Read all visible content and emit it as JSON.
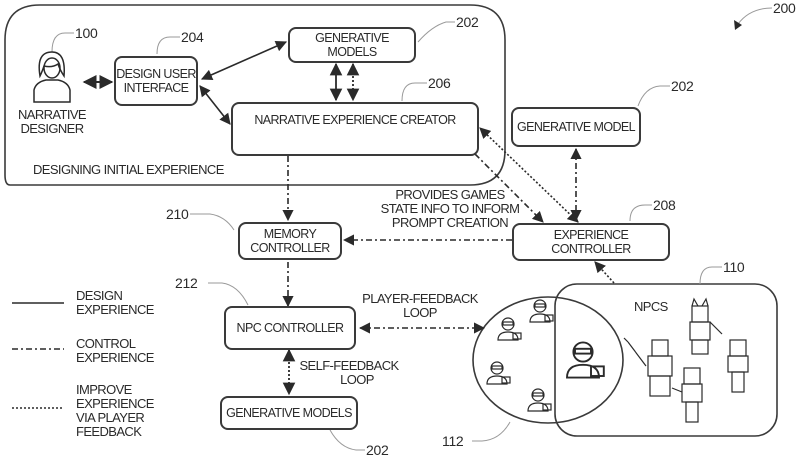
{
  "figure_ref": "200",
  "group_design": {
    "label": "DESIGNING INITIAL EXPERIENCE"
  },
  "actor": {
    "label_line1": "NARRATIVE",
    "label_line2": "DESIGNER",
    "ref": "100",
    "icon": "person-icon"
  },
  "nodes": {
    "design_ui": {
      "line1": "DESIGN USER",
      "line2": "INTERFACE",
      "ref": "204"
    },
    "gen_models_top": {
      "label": "GENERATIVE MODELS",
      "ref": "202"
    },
    "narrative_creator": {
      "label": "NARRATIVE EXPERIENCE CREATOR",
      "ref": "206"
    },
    "gen_model_right": {
      "label": "GENERATIVE MODEL",
      "ref": "202"
    },
    "memory_controller": {
      "line1": "MEMORY",
      "line2": "CONTROLLER",
      "ref": "210"
    },
    "experience_controller": {
      "label": "EXPERIENCE CONTROLLER",
      "ref": "208"
    },
    "npc_controller": {
      "label": "NPC CONTROLLER",
      "ref": "212"
    },
    "gen_models_bottom": {
      "label": "GENERATIVE MODELS",
      "ref": "202"
    },
    "npcs_group": {
      "label": "NPCS",
      "ref": "110"
    },
    "players_group": {
      "ref": "112"
    }
  },
  "edge_labels": {
    "game_state": [
      "PROVIDES GAMES",
      "STATE INFO TO INFORM",
      "PROMPT CREATION"
    ],
    "player_feedback": [
      "PLAYER-FEEDBACK",
      "LOOP"
    ],
    "self_feedback": [
      "SELF-FEEDBACK",
      "LOOP"
    ]
  },
  "legend": [
    {
      "style": "solid",
      "lines": [
        "DESIGN",
        "EXPERIENCE"
      ]
    },
    {
      "style": "dash-dot",
      "lines": [
        "CONTROL",
        "EXPERIENCE"
      ]
    },
    {
      "style": "dotted",
      "lines": [
        "IMPROVE",
        "EXPERIENCE",
        "VIA PLAYER",
        "FEEDBACK"
      ]
    }
  ],
  "colors": {
    "stroke": "#3a3a3a",
    "leader": "#9a9a9a",
    "text": "#2a2a2a"
  }
}
